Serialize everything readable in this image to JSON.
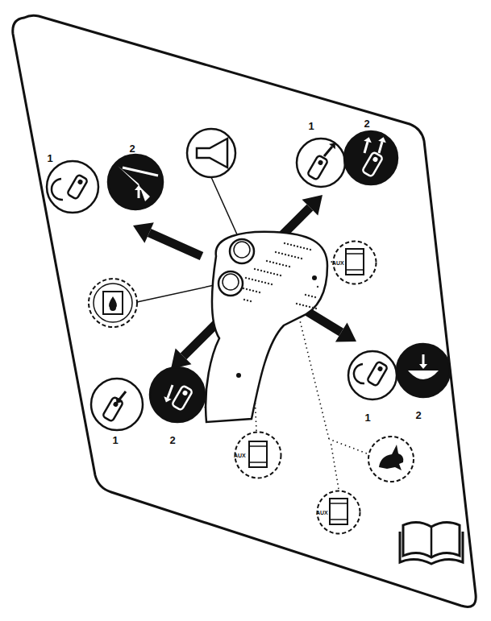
{
  "diagram": {
    "nodes": [
      {
        "text": [
          "AUX"
        ]
      },
      {
        "text": [
          "AUX"
        ]
      },
      {
        "text": [
          "AUX"
        ]
      }
    ],
    "labels": [
      "1",
      "2",
      "1",
      "2",
      "1",
      "2",
      "1",
      "2"
    ]
  }
}
